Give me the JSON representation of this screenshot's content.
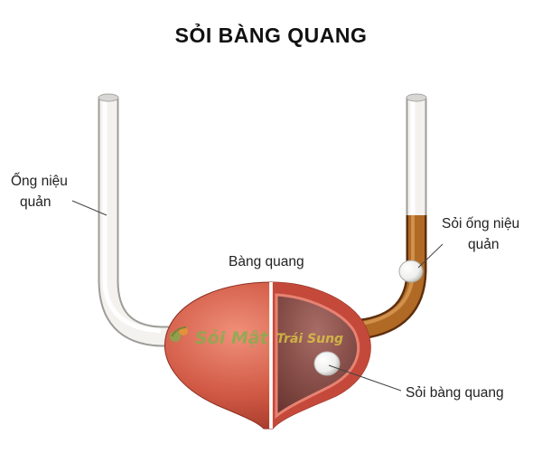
{
  "title": "SỎI BÀNG QUANG",
  "labels": {
    "ureter_line1": "Ống niệu",
    "ureter_line2": "quản",
    "bladder": "Bàng quang",
    "ureter_stone_line1": "Sỏi ống niệu",
    "ureter_stone_line2": "quản",
    "bladder_stone": "Sỏi bàng quang"
  },
  "watermark": {
    "text_part1": "Sỏi Mật",
    "text_part2": "Trái Sung"
  },
  "colors": {
    "bladder_outer": "#c94d3a",
    "bladder_inner": "#8a4a45",
    "ureter_white": "#ecebe8",
    "ureter_brown": "#a35a1f",
    "watermark_green": "#7ab24a"
  }
}
